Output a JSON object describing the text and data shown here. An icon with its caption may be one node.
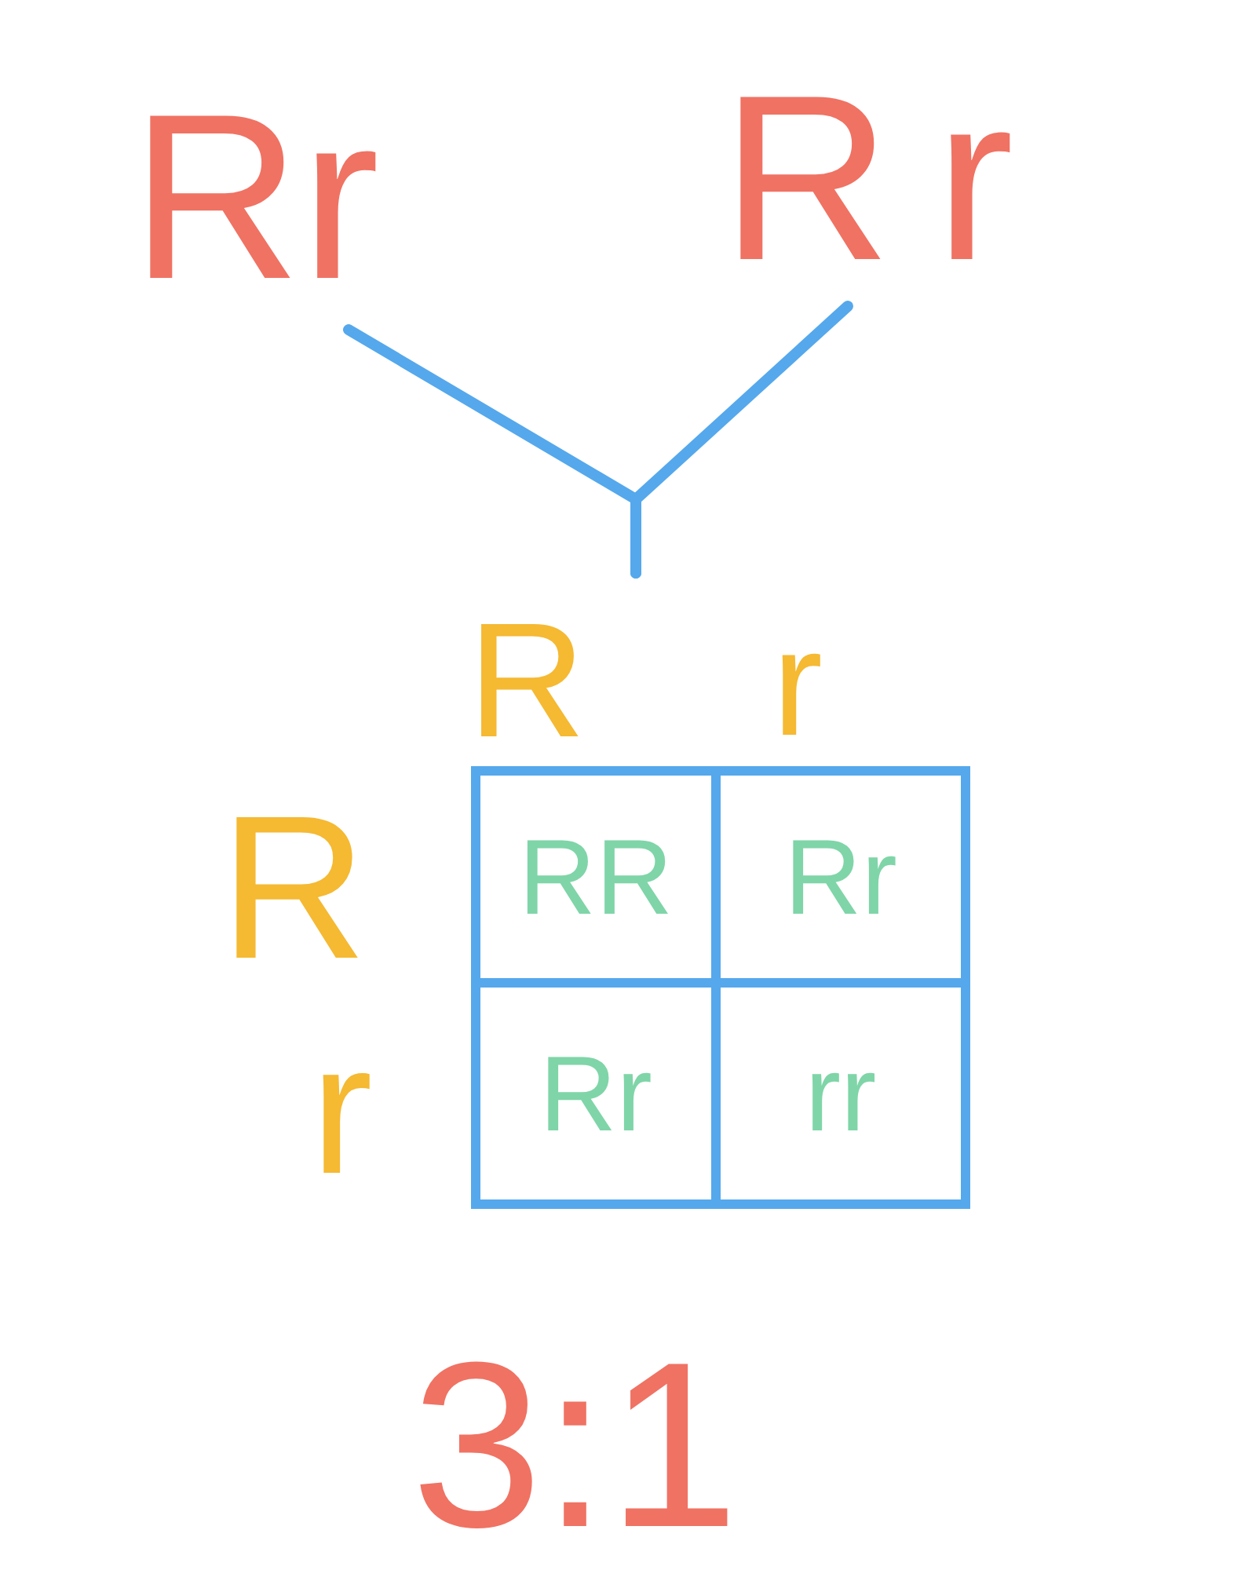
{
  "diagram": {
    "nodes": [
      {
        "text": [
          "Rr"
        ]
      },
      {
        "text": [
          "Rr"
        ]
      },
      {
        "text": [],
        "shape": "box"
      },
      {
        "text": [
          "RR"
        ],
        "in": 2
      },
      {
        "text": [
          "Rr"
        ],
        "in": 2
      },
      {
        "text": [
          "Rr"
        ],
        "in": 2
      },
      {
        "text": [
          "rr"
        ],
        "in": 2
      }
    ],
    "edges": [
      {
        "from": 0,
        "to": null,
        "arrow": "none"
      },
      {
        "from": 1,
        "to": null,
        "arrow": "none"
      }
    ],
    "labels": [
      "R",
      "r",
      "R",
      "r",
      "3:1"
    ]
  }
}
